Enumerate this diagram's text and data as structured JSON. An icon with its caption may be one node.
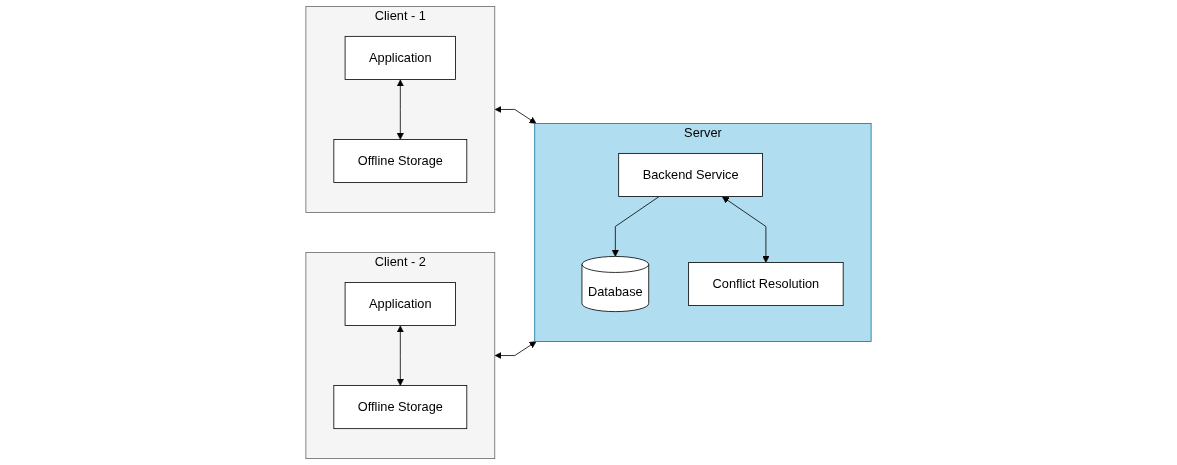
{
  "diagram": {
    "nodes": [
      {
        "text": [
          "Client - 1"
        ]
      },
      {
        "text": [
          "Application"
        ],
        "in": 0
      },
      {
        "text": [
          "Offline Storage"
        ],
        "in": 0
      },
      {
        "text": [
          "Server"
        ]
      },
      {
        "text": [
          "Backend Service"
        ],
        "in": 3
      },
      {
        "text": [
          "Database"
        ],
        "in": 3
      },
      {
        "text": [
          "Conflict Resolution"
        ],
        "in": 3
      },
      {
        "text": [
          "Client - 2"
        ]
      },
      {
        "text": [
          "Application"
        ],
        "in": 7
      },
      {
        "text": [
          "Offline Storage"
        ],
        "in": 7
      }
    ],
    "edges": [
      {
        "from": 1,
        "to": 2,
        "arrow": "both"
      },
      {
        "from": 0,
        "to": 3,
        "arrow": "both"
      },
      {
        "from": 4,
        "to": 5,
        "arrow": "to"
      },
      {
        "from": 4,
        "to": 6,
        "arrow": "both"
      },
      {
        "from": 7,
        "to": 3,
        "arrow": "both"
      },
      {
        "from": 8,
        "to": 9,
        "arrow": "both"
      }
    ]
  }
}
